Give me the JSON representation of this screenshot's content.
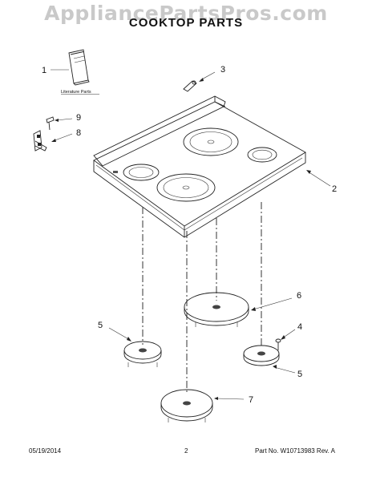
{
  "watermark": "AppliancePartsPros.com",
  "title": "COOKTOP PARTS",
  "literature_label": "Literature Parts",
  "callouts": {
    "literature": "1",
    "cooktop": "2",
    "part_3": "3",
    "screw_left": "4",
    "bracket_left": "5",
    "bracket_right": "5",
    "element_large": "6",
    "element_front": "7",
    "part_8": "8",
    "part_9": "9"
  },
  "footer": {
    "date": "05/19/2014",
    "page": "2",
    "part_rev": "Part No. W10713983  Rev. A"
  }
}
